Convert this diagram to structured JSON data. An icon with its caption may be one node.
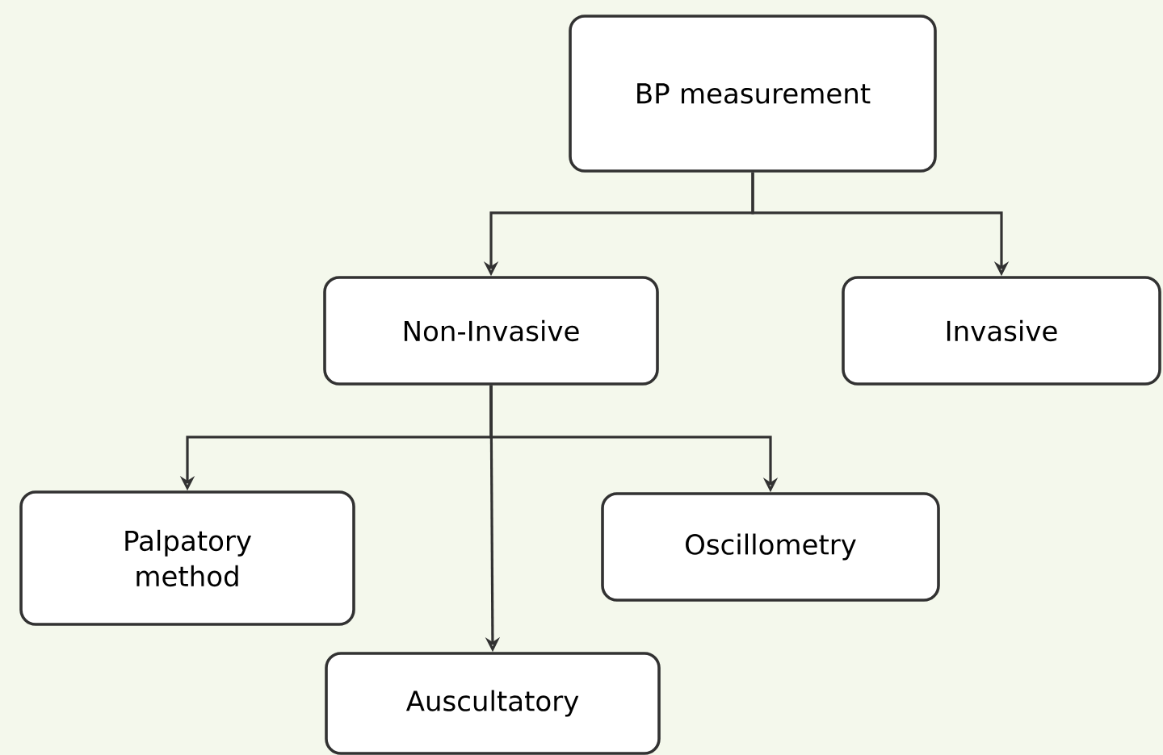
{
  "diagram": {
    "nodes": [
      {
        "text": [
          "BP measurement"
        ]
      },
      {
        "text": [
          "Non-Invasive"
        ]
      },
      {
        "text": [
          "Invasive"
        ]
      },
      {
        "text": [
          "Palpatory method"
        ]
      },
      {
        "text": [
          "Oscillometry"
        ]
      },
      {
        "text": [
          "Auscultatory"
        ]
      }
    ],
    "edges": [
      {
        "from": 0,
        "to": 1,
        "arrow": "to"
      },
      {
        "from": 0,
        "to": 2,
        "arrow": "to"
      },
      {
        "from": 1,
        "to": 3,
        "arrow": "to"
      },
      {
        "from": 1,
        "to": 4,
        "arrow": "to"
      },
      {
        "from": 1,
        "to": 5,
        "arrow": "to"
      }
    ]
  }
}
